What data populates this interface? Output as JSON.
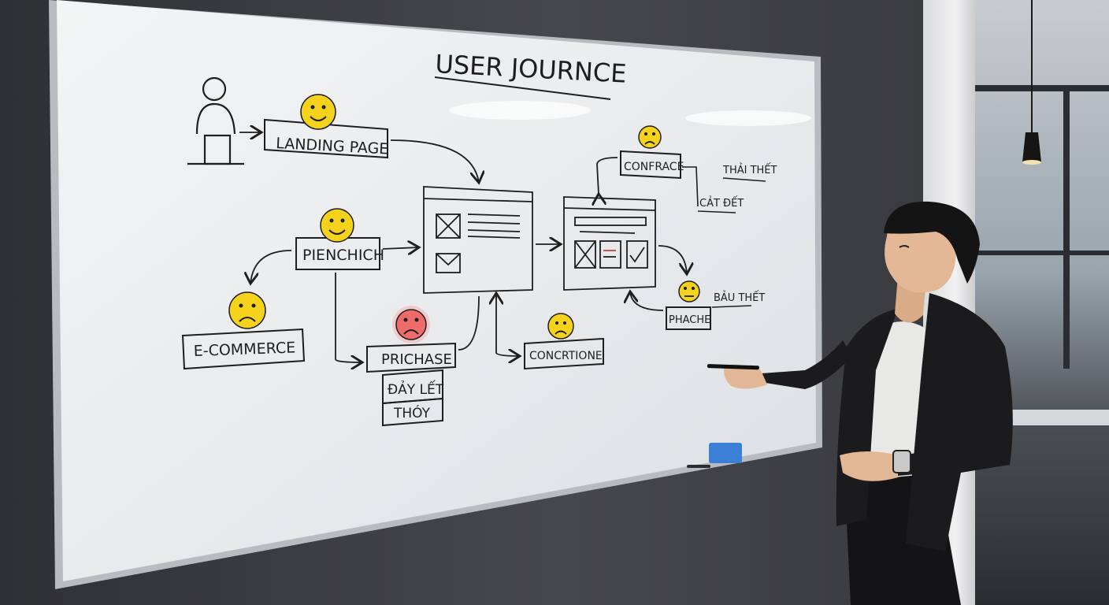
{
  "whiteboard": {
    "title": "USER JOURNCE",
    "boxes": {
      "landing_page": "LANDING PAGE",
      "pienchich": "PIENCHICH",
      "e_commerce": "E-COMMERCE",
      "prichase": "PRICHASE",
      "day_let": "ĐẢY LẾT",
      "thoy": "THÓY",
      "concrtione": "CONCRTIONE",
      "confrace": "CONFRACE",
      "phache": "PHACHE"
    },
    "notes": {
      "thai_thet": "THẢI THẾT",
      "cat_det": "CẢT ĐẾT",
      "bau_thet": "BẢU THẾT"
    },
    "emotions": [
      "happy",
      "happy",
      "sad",
      "sad-red",
      "sad",
      "sad",
      "neutral"
    ]
  },
  "colors": {
    "emoji_yellow": "#f5d21c",
    "emoji_red": "#ee6b6b",
    "marker": "#1e1e1e",
    "eraser": "#3c7fd6"
  }
}
